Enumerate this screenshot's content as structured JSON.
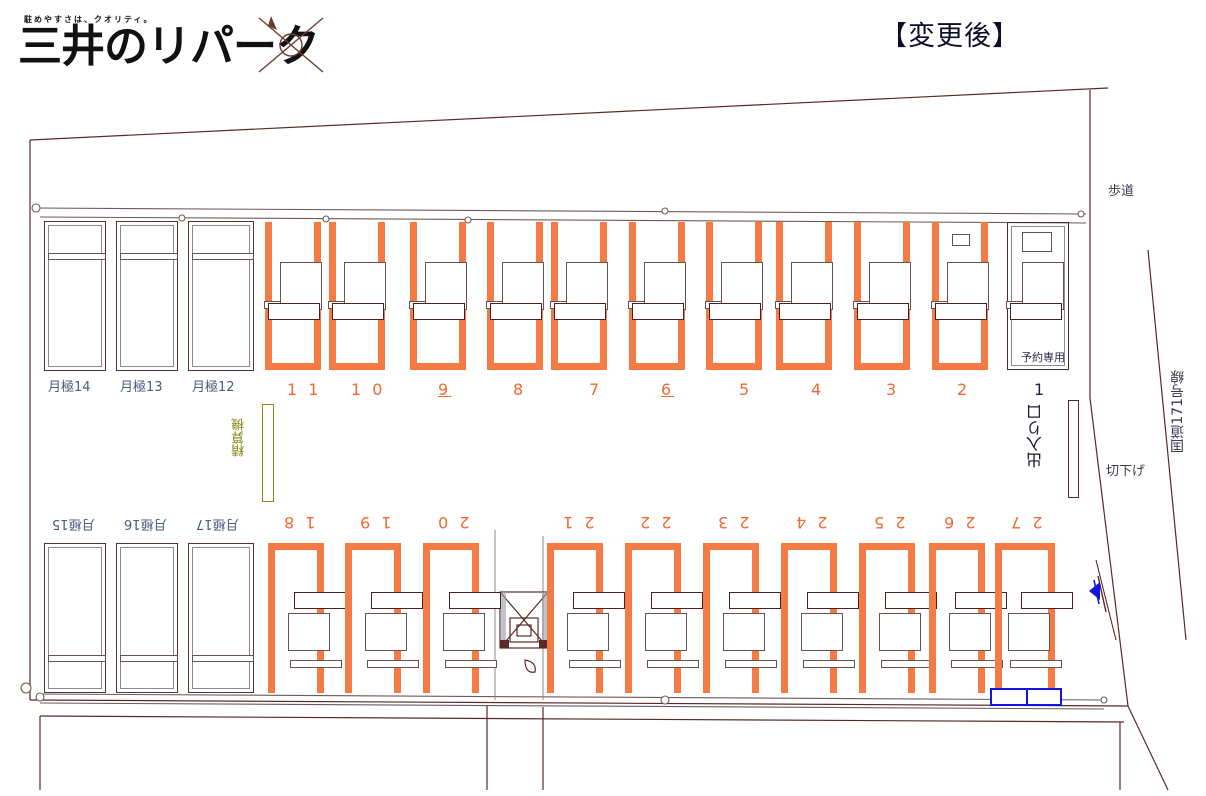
{
  "header": {
    "logo_tagline": "駐めやすさは、クオリティ。",
    "logo_main": "三井のリパーク",
    "north_arrow": "north-arrow",
    "doc_title": "【変更後】"
  },
  "plan": {
    "top_row_stalls": [
      {
        "num": "1 1",
        "underline": false,
        "orange": true
      },
      {
        "num": "1 0",
        "underline": false,
        "orange": true
      },
      {
        "num": "9",
        "underline": true,
        "orange": true
      },
      {
        "num": "8",
        "underline": false,
        "orange": true
      },
      {
        "num": "7",
        "underline": false,
        "orange": true
      },
      {
        "num": "6",
        "underline": true,
        "orange": true
      },
      {
        "num": "5",
        "underline": false,
        "orange": true
      },
      {
        "num": "4",
        "underline": false,
        "orange": true
      },
      {
        "num": "3",
        "underline": false,
        "orange": true
      },
      {
        "num": "2",
        "underline": false,
        "orange": true
      },
      {
        "num": "1",
        "underline": false,
        "orange": false
      }
    ],
    "bottom_row_stalls": [
      {
        "num": "1 8"
      },
      {
        "num": "1 9"
      },
      {
        "num": "2 0"
      },
      {
        "num": "2 1"
      },
      {
        "num": "2 2"
      },
      {
        "num": "2 3"
      },
      {
        "num": "2 4"
      },
      {
        "num": "2 5"
      },
      {
        "num": "2 6"
      },
      {
        "num": "2 7"
      }
    ],
    "monthly_top": [
      "月極14",
      "月極13",
      "月極12"
    ],
    "monthly_bottom": [
      "月極15",
      "月極16",
      "月極17"
    ],
    "reserved_label": "予約専用",
    "sidewalk_label": "歩道",
    "curbcut_label": "切下げ",
    "route_label": "国道171号線",
    "entrance_label": "出入り口",
    "equipment_label": "精算機"
  }
}
